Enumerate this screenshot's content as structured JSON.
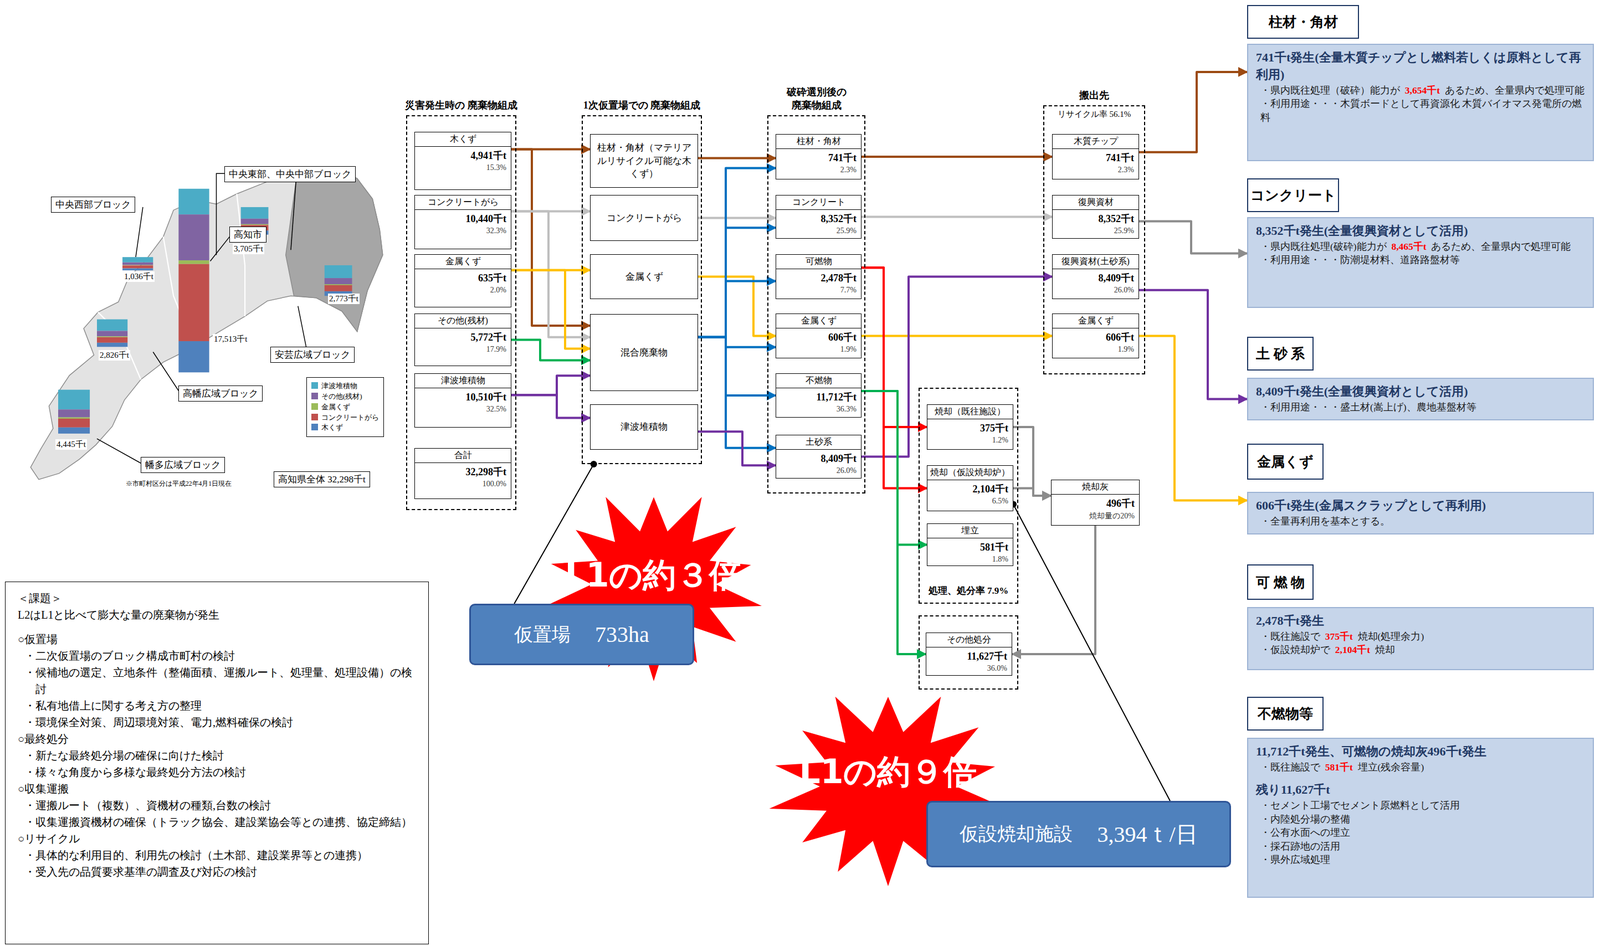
{
  "diagram": {
    "nodes": [
      {
        "text": [
          "中央西部ブロック"
        ]
      },
      {
        "text": [
          "中央東部、中央中部ブロック"
        ]
      },
      {
        "text": [
          "高知市"
        ]
      },
      {
        "text": [
          "安芸広域ブロック"
        ]
      },
      {
        "text": [
          "高幡広域ブロック"
        ]
      },
      {
        "text": [
          "幡多広域ブロック"
        ]
      },
      {
        "text": [
          "高知県全体 32,298千t"
        ]
      },
      {
        "text": [
          "災害発生時の 廃棄物組成"
        ]
      },
      {
        "text": [
          "木くず",
          "4,941千t",
          "15.3%"
        ],
        "in": 7
      },
      {
        "text": [
          "コンクリートがら",
          "10,440千t",
          "32.3%"
        ],
        "in": 7
      },
      {
        "text": [
          "金属くず",
          "635千t",
          "2.0%"
        ],
        "in": 7
      },
      {
        "text": [
          "その他(残材)",
          "5,772千t",
          "17.9%"
        ],
        "in": 7
      },
      {
        "text": [
          "津波堆積物",
          "10,510千t",
          "32.5%"
        ],
        "in": 7
      },
      {
        "text": [
          "合計",
          "32,298千t",
          "100.0%"
        ],
        "in": 7
      },
      {
        "text": [
          "1次仮置場での 廃棄物組成"
        ]
      },
      {
        "text": [
          "柱材・角材（マテリアルリサイクル可能な木くず）"
        ],
        "in": 14
      },
      {
        "text": [
          "コンクリートがら"
        ],
        "in": 14
      },
      {
        "text": [
          "金属くず"
        ],
        "in": 14
      },
      {
        "text": [
          "混合廃棄物"
        ],
        "in": 14
      },
      {
        "text": [
          "津波堆積物"
        ],
        "in": 14
      },
      {
        "text": [
          "破砕選別後の 廃棄物組成"
        ]
      },
      {
        "text": [
          "柱材・角材",
          "741千t",
          "2.3%"
        ],
        "in": 20
      },
      {
        "text": [
          "コンクリート",
          "8,352千t",
          "25.9%"
        ],
        "in": 20
      },
      {
        "text": [
          "可燃物",
          "2,478千t",
          "7.7%"
        ],
        "in": 20
      },
      {
        "text": [
          "金属くず",
          "606千t",
          "1.9%"
        ],
        "in": 20
      },
      {
        "text": [
          "不燃物",
          "11,712千t",
          "36.3%"
        ],
        "in": 20
      },
      {
        "text": [
          "土砂系",
          "8,409千t",
          "26.0%"
        ],
        "in": 20
      },
      {
        "text": [
          "搬出先",
          "リサイクル率 56.1%"
        ]
      },
      {
        "text": [
          "木質チップ",
          "741千t",
          "2.3%"
        ],
        "in": 27
      },
      {
        "text": [
          "復興資材",
          "8,352千t",
          "25.9%"
        ],
        "in": 27
      },
      {
        "text": [
          "復興資材(土砂系)",
          "8,409千t",
          "26.0%"
        ],
        "in": 27
      },
      {
        "text": [
          "金属くず",
          "606千t",
          "1.9%"
        ],
        "in": 27
      },
      {
        "text": [
          "処理、処分率 7.9%"
        ]
      },
      {
        "text": [
          "焼却（既往施設）",
          "375千t",
          "1.2%"
        ],
        "in": 32
      },
      {
        "text": [
          "焼却（仮設焼却炉）",
          "2,104千t",
          "6.5%"
        ],
        "in": 32
      },
      {
        "text": [
          "埋立",
          "581千t",
          "1.8%"
        ],
        "in": 32
      },
      {
        "text": [
          "焼却灰",
          "496千t",
          "焼却量の20%"
        ]
      },
      {
        "text": [
          "その他処分",
          "11,627千t",
          "36.0%"
        ]
      },
      {
        "text": [
          "柱材・角材"
        ]
      },
      {
        "text": [
          "741千t発生(全量木質チップとし燃料若しくは原料として再利用)",
          "・県内既往処理（破砕）能力が",
          "3,654千t",
          "あるため、全量県内で処理可能",
          "・利用用途・・・木質ボードとして再資源化 木質バイオマス発電所の燃料"
        ]
      },
      {
        "text": [
          "コンクリート"
        ]
      },
      {
        "text": [
          "8,352千t発生(全量復興資材として活用)",
          "・県内既往処理(破砕)能力が",
          "8,465千t",
          "あるため、全量県内で処理可能",
          "・利用用途・・・防潮堤材料、道路路盤材等"
        ]
      },
      {
        "text": [
          "土 砂 系"
        ]
      },
      {
        "text": [
          "8,409千t発生(全量復興資材として活用)",
          "・利用用途・・・盛土材(嵩上げ)、農地基盤材等"
        ]
      },
      {
        "text": [
          "金属くず"
        ]
      },
      {
        "text": [
          "606千t発生(金属スクラップとして再利用)",
          "・全量再利用を基本とする。"
        ]
      },
      {
        "text": [
          "可 燃 物"
        ]
      },
      {
        "text": [
          "2,478千t発生",
          "・既往施設で",
          "375千t",
          "焼却(処理余力)",
          "・仮設焼却炉で",
          "2,104千t",
          "焼却"
        ]
      },
      {
        "text": [
          "不燃物等"
        ]
      },
      {
        "text": [
          "11,712千t発生、可燃物の焼却灰496千t発生",
          "・既往施設で",
          "581千t",
          "埋立(残余容量)",
          "残り11,627千t",
          "・セメント工場でセメント原燃料として活用",
          "・内陸処分場の整備",
          "・公有水面への埋立",
          "・採石跡地の活用",
          "・県外広域処理"
        ]
      },
      {
        "text": [
          "L1の約３倍"
        ]
      },
      {
        "text": [
          "仮置場",
          "733ha"
        ]
      },
      {
        "text": [
          "L1の約９倍"
        ]
      },
      {
        "text": [
          "仮設焼却施設",
          "3,394ｔ/日"
        ]
      },
      {
        "text": [
          "＜課題＞",
          "L2はL1と比べて膨大な量の廃棄物が発生",
          "○仮置場",
          "・二次仮置場のブロック構成市町村の検討",
          "・候補地の選定、立地条件（整備面積、運搬ルート、処理量、処理設備）の検討",
          "・私有地借上に関する考え方の整理",
          "・環境保全対策、周辺環境対策、電力,燃料確保の検討",
          "○最終処分",
          "・新たな最終処分場の確保に向けた検討",
          "・様々な角度から多様な最終処分方法の検討",
          "○収集運搬",
          "・運搬ルート（複数）、資機材の種類,台数の検討",
          "・収集運搬資機材の確保（トラック協会、建設業協会等との連携、協定締結）",
          "○リサイクル",
          "・具体的な利用目的、利用先の検討（土木部、建設業界等との連携）",
          "・受入先の品質要求基準の調査及び対応の検討"
        ]
      }
    ],
    "edges": [
      {
        "from": 8,
        "to": 15,
        "arrow": "to"
      },
      {
        "from": 8,
        "to": 18,
        "arrow": "to"
      },
      {
        "from": 9,
        "to": 16,
        "arrow": "to"
      },
      {
        "from": 9,
        "to": 18,
        "arrow": "to"
      },
      {
        "from": 10,
        "to": 17,
        "arrow": "to"
      },
      {
        "from": 10,
        "to": 18,
        "arrow": "to"
      },
      {
        "from": 11,
        "to": 18,
        "arrow": "to"
      },
      {
        "from": 12,
        "to": 18,
        "arrow": "to"
      },
      {
        "from": 12,
        "to": 19,
        "arrow": "to"
      },
      {
        "from": 15,
        "to": 21,
        "arrow": "to"
      },
      {
        "from": 16,
        "to": 22,
        "arrow": "to"
      },
      {
        "from": 17,
        "to": 24,
        "arrow": "to"
      },
      {
        "from": 18,
        "to": 21,
        "arrow": "to"
      },
      {
        "from": 18,
        "to": 22,
        "arrow": "to"
      },
      {
        "from": 18,
        "to": 23,
        "arrow": "to"
      },
      {
        "from": 18,
        "to": 24,
        "arrow": "to"
      },
      {
        "from": 18,
        "to": 25,
        "arrow": "to"
      },
      {
        "from": 18,
        "to": 26,
        "arrow": "to"
      },
      {
        "from": 19,
        "to": 26,
        "arrow": "to"
      },
      {
        "from": 21,
        "to": 28,
        "arrow": "to"
      },
      {
        "from": 22,
        "to": 29,
        "arrow": "to"
      },
      {
        "from": 24,
        "to": 31,
        "arrow": "to"
      },
      {
        "from": 26,
        "to": 30,
        "arrow": "to"
      },
      {
        "from": 23,
        "to": 33,
        "arrow": "to"
      },
      {
        "from": 23,
        "to": 34,
        "arrow": "to"
      },
      {
        "from": 25,
        "to": 35,
        "arrow": "to"
      },
      {
        "from": 25,
        "to": 37,
        "arrow": "to"
      },
      {
        "from": 33,
        "to": 36,
        "arrow": "to"
      },
      {
        "from": 34,
        "to": 36,
        "arrow": "to"
      },
      {
        "from": 36,
        "to": 37,
        "arrow": "to"
      },
      {
        "from": 28,
        "to": 39,
        "arrow": "to"
      },
      {
        "from": 29,
        "to": 41,
        "arrow": "to"
      },
      {
        "from": 30,
        "to": 43,
        "arrow": "to"
      },
      {
        "from": 31,
        "to": 45,
        "arrow": "to"
      },
      {
        "from": 51,
        "to": 14,
        "arrow": "none"
      },
      {
        "from": 53,
        "to": 34,
        "arrow": "none"
      }
    ],
    "labels": [
      "1,036千t",
      "3,705千t",
      "2,773千t",
      "2,826千t",
      "4,445千t",
      "17,513千t",
      "※市町村区分は平成22年4月1日現在"
    ],
    "legend": [
      {
        "text": "津波堆積物",
        "color": "#4bacc6"
      },
      {
        "text": "その他(残材)",
        "color": "#8064a2"
      },
      {
        "text": "金属くず",
        "color": "#9bbb59"
      },
      {
        "text": "コンクリートがら",
        "color": "#c0504d"
      },
      {
        "text": "木くず",
        "color": "#4f81bd"
      }
    ]
  }
}
